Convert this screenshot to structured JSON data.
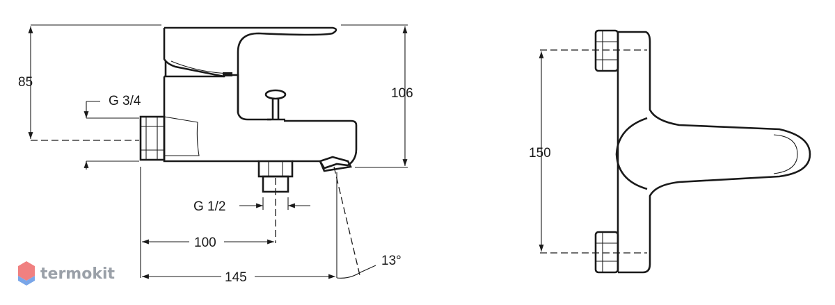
{
  "dimensions": {
    "height_to_lever": "85",
    "overall_height": "106",
    "inlet_thread": "G 3/4",
    "outlet_thread": "G 1/2",
    "outlet_offset": "100",
    "overall_depth": "145",
    "spout_angle": "13°",
    "inlet_spacing": "150"
  },
  "brand": {
    "name": "termokit"
  },
  "colors": {
    "line": "#1a1a1a",
    "logo_text": "#9aa0a8",
    "logo_top": "#f08080",
    "logo_bottom": "#7aa6e8"
  }
}
